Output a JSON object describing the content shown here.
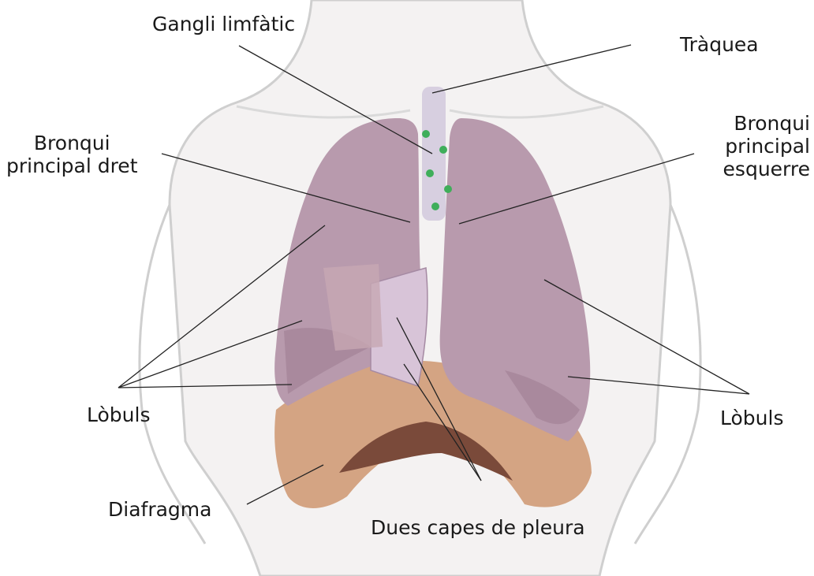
{
  "labels": {
    "lymph_node": "Gangli limfàtic",
    "trachea": "Tràquea",
    "right_bronchus": [
      "Bronqui",
      "principal dret"
    ],
    "left_bronchus": [
      "Bronqui",
      "principal",
      "esquerre"
    ],
    "lobes_left_side": "Lòbuls",
    "lobes_right_side": "Lòbuls",
    "diaphragm": "Diafragma",
    "pleura": "Dues capes de pleura"
  },
  "colors": {
    "body_outline": "#cfcfcf",
    "body_fill": "#f4f2f2",
    "lung_fill": "#b89aad",
    "lung_shade": "#9e7e93",
    "diaphragm_fill": "#d4a483",
    "diaphragm_dark": "#7a4a3a",
    "trachea": "#d7cfe0",
    "lymph_node": "#3fae5a",
    "leader_line": "#222222"
  }
}
